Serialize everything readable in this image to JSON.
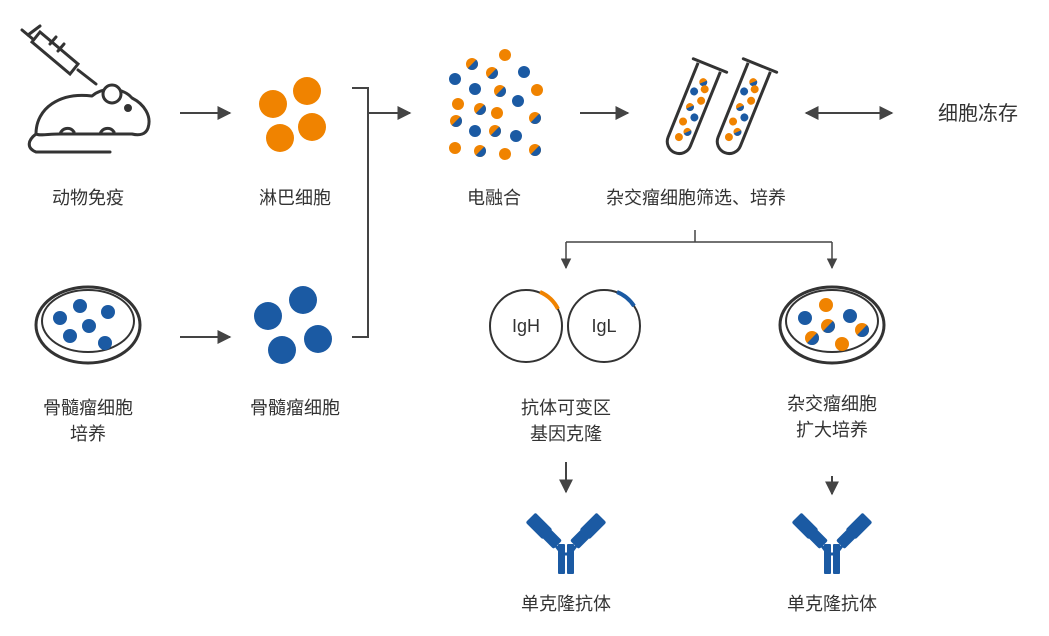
{
  "colors": {
    "orange": "#f08300",
    "blue": "#1b5aa3",
    "gray": "#333333",
    "line": "#444444"
  },
  "labels": {
    "animal_immunization": "动物免疫",
    "lymphocyte": "淋巴细胞",
    "myeloma_culture_line1": "骨髓瘤细胞",
    "myeloma_culture_line2": "培养",
    "myeloma_cell": "骨髓瘤细胞",
    "electrofusion": "电融合",
    "hybridoma_screening": "杂交瘤细胞筛选、培养",
    "cell_cryopreservation": "细胞冻存",
    "igh": "IgH",
    "igl": "IgL",
    "variable_region_line1": "抗体可变区",
    "variable_region_line2": "基因克隆",
    "expansion_line1": "杂交瘤细胞",
    "expansion_line2": "扩大培养",
    "mab_left": "单克隆抗体",
    "mab_right": "单克隆抗体"
  },
  "icons": [
    "syringe-icon",
    "mouse-icon",
    "petri-dish-icon",
    "test-tube-icon",
    "antibody-icon"
  ]
}
